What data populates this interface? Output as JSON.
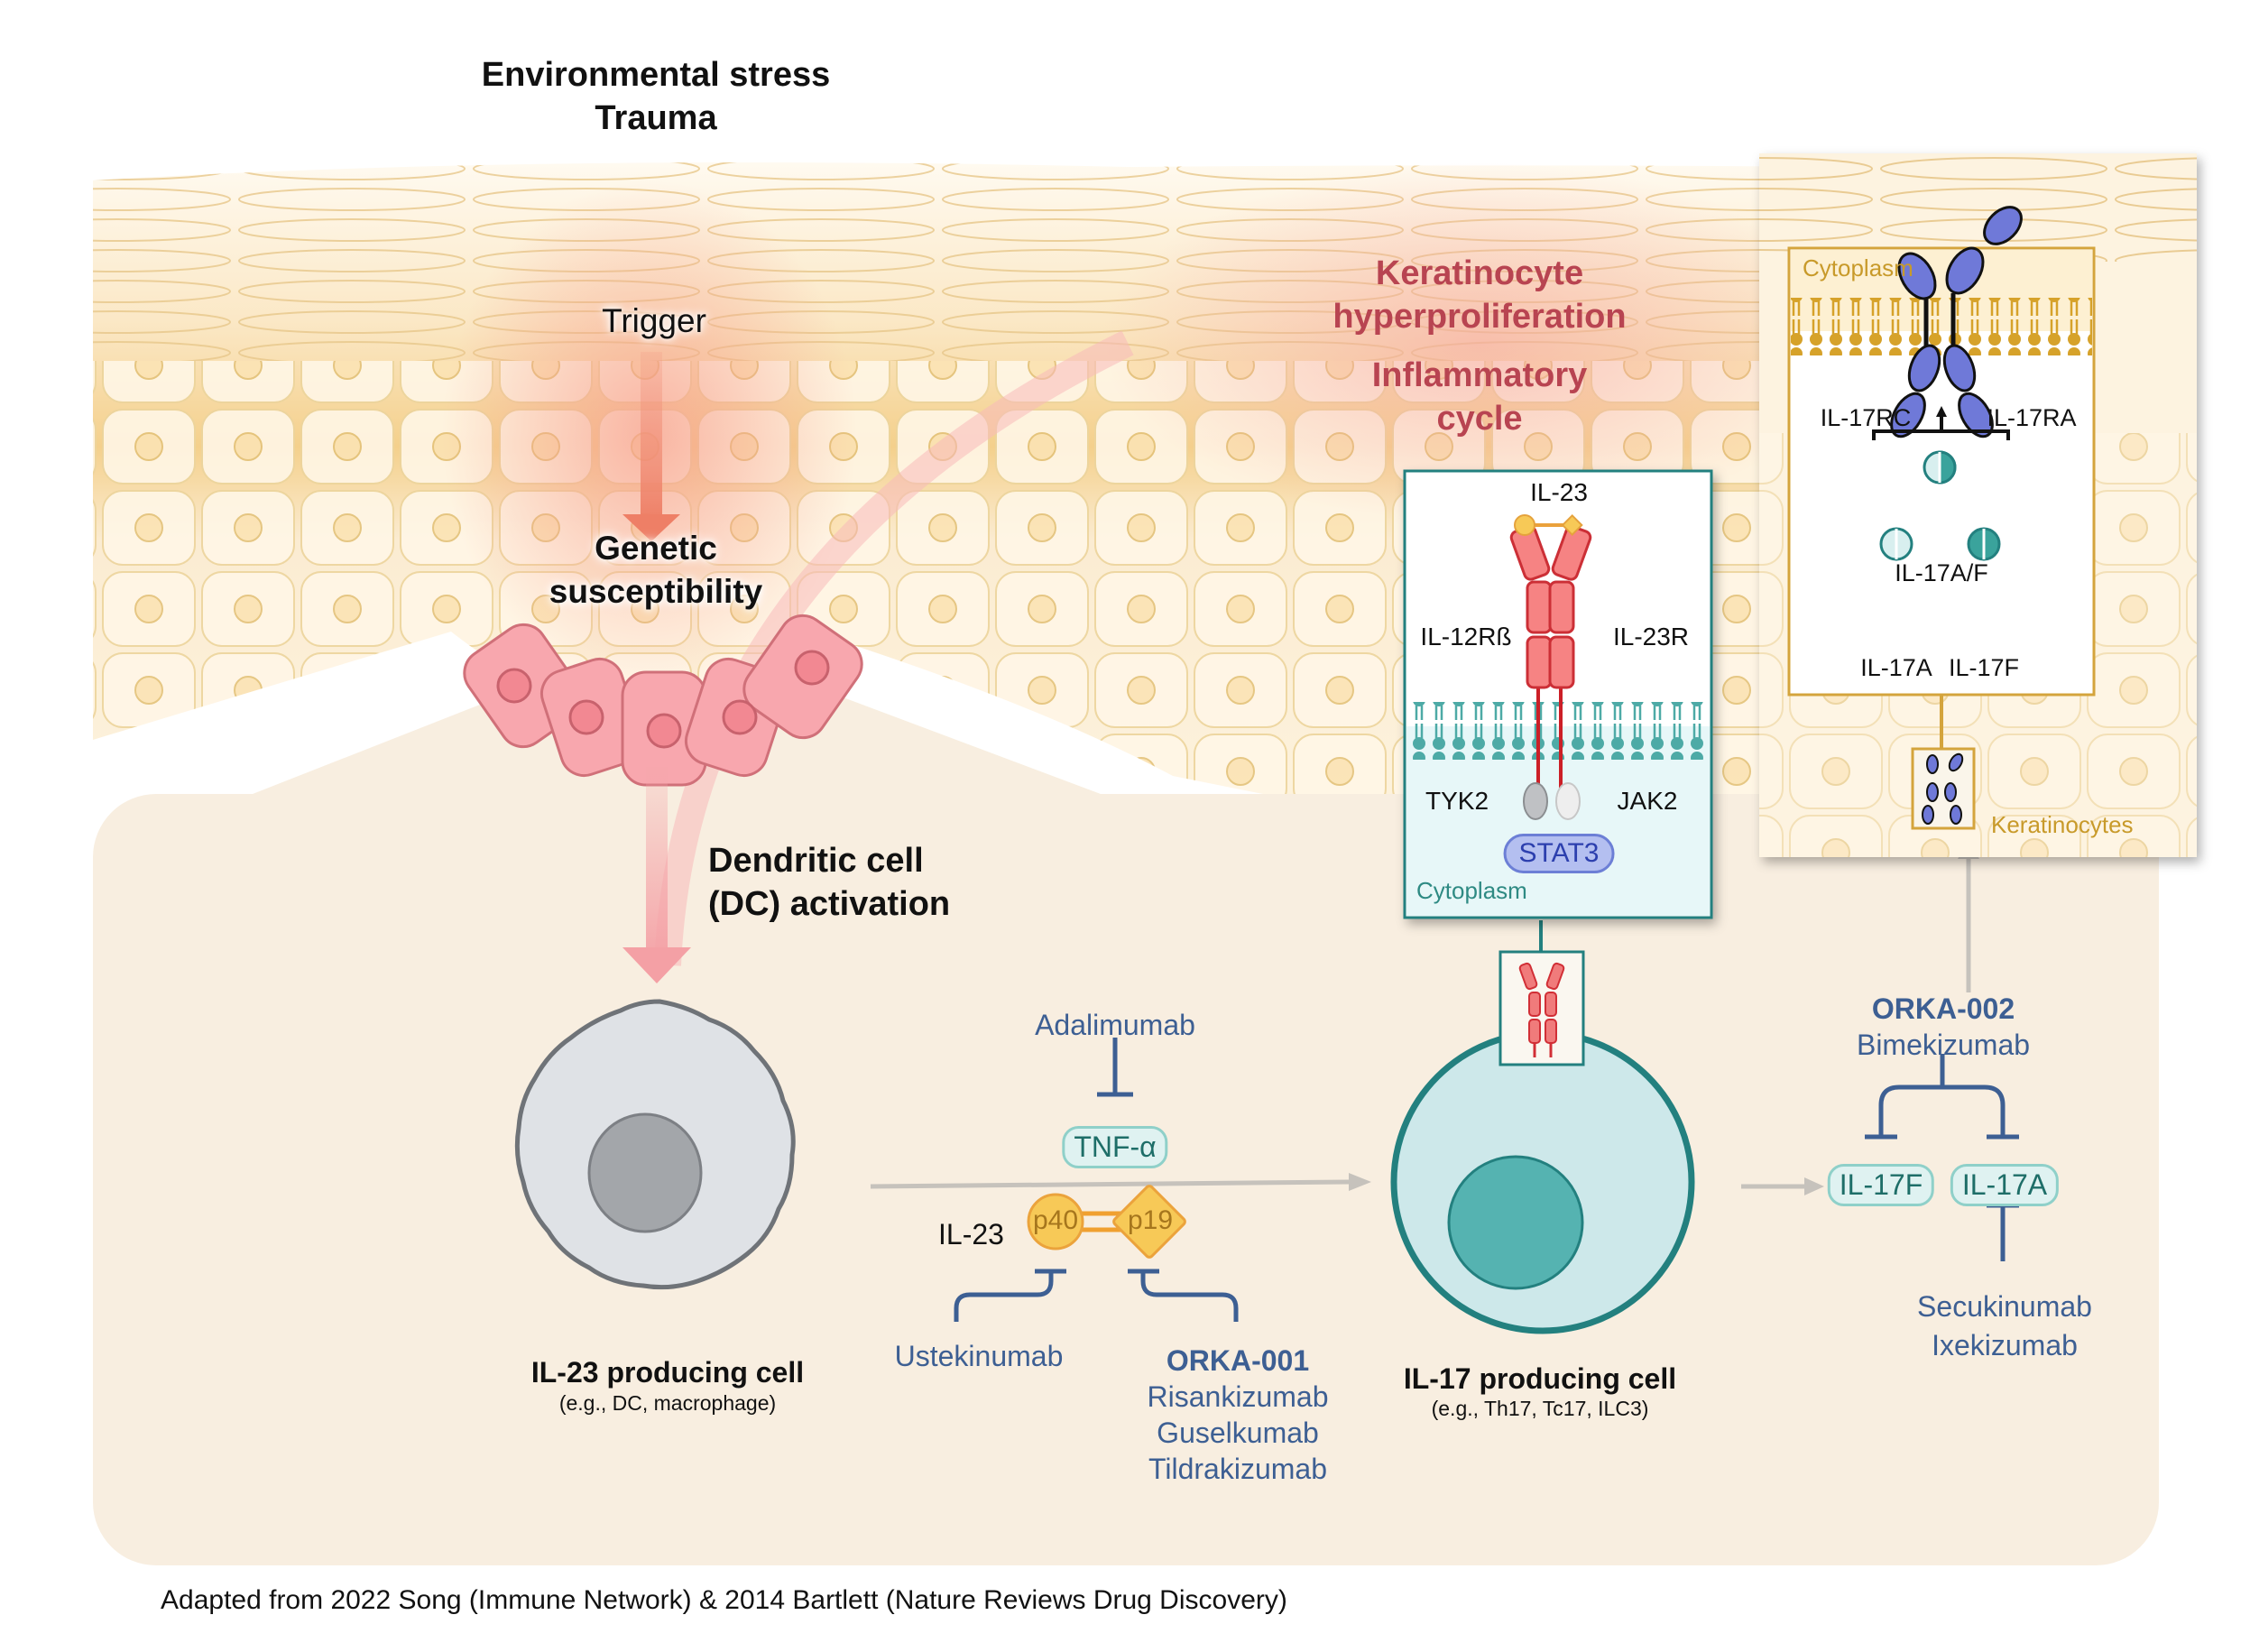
{
  "title": {
    "line1": "Environmental stress",
    "line2": "Trauma"
  },
  "epidermis": {
    "trigger": "Trigger",
    "genetic_line1": "Genetic",
    "genetic_line2": "susceptibility",
    "keratinocyte_line1": "Keratinocyte",
    "keratinocyte_line2": "hyperproliferation",
    "inflammatory_line1": "Inflammatory",
    "inflammatory_line2": "cycle"
  },
  "dc_activation": {
    "line1": "Dendritic cell",
    "line2": "(DC) activation"
  },
  "il23_receptor_box": {
    "ligand": "IL-23",
    "left_chain": "IL-12Rß",
    "right_chain": "IL-23R",
    "left_kinase": "TYK2",
    "right_kinase": "JAK2",
    "transcription_factor": "STAT3",
    "compartment": "Cytoplasm"
  },
  "il17_receptor_box": {
    "compartment": "Cytoplasm",
    "left_chain": "IL-17RC",
    "right_chain": "IL-17RA",
    "heterodimer": "IL-17A/F",
    "homodimer_a": "IL-17A",
    "homodimer_f": "IL-17F",
    "target_cells": "Keratinocytes"
  },
  "il23_cell": {
    "title": "IL-23 producing cell",
    "subtitle": "(e.g., DC, macrophage)"
  },
  "il17_cell": {
    "title": "IL-17 producing cell",
    "subtitle": "(e.g., Th17, Tc17, ILC3)"
  },
  "tnf": {
    "drug": "Adalimumab",
    "target": "TNF-α"
  },
  "il23_cytokine": {
    "label": "IL-23",
    "subunit_p40": "p40",
    "subunit_p19": "p19",
    "p40_drugs": [
      "Ustekinumab"
    ],
    "p19_lead": "ORKA-001",
    "p19_drugs": [
      "Risankizumab",
      "Guselkumab",
      "Tildrakizumab"
    ]
  },
  "il17_targets": {
    "dual_lead": "ORKA-002",
    "dual_drug": "Bimekizumab",
    "target_f": "IL-17F",
    "target_a": "IL-17A",
    "a_drugs": [
      "Secukinumab",
      "Ixekizumab"
    ]
  },
  "colors": {
    "drug_blue": "#3d5f93",
    "inflammation_red": "#b84451",
    "teal": "#2e8a83",
    "receptor_red": "#f07b7b",
    "receptor_blue": "#6f79d8",
    "cytokine_gold": "#f5c24a"
  },
  "citation": "Adapted from 2022 Song (Immune Network) & 2014 Bartlett (Nature Reviews Drug Discovery)"
}
